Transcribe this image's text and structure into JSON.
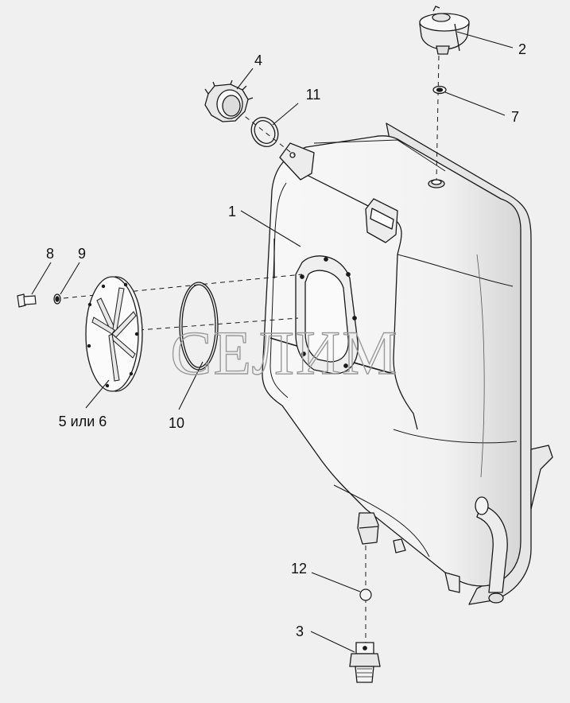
{
  "diagram": {
    "callouts": [
      {
        "id": "c1",
        "label": "1"
      },
      {
        "id": "c2",
        "label": "2"
      },
      {
        "id": "c3",
        "label": "3"
      },
      {
        "id": "c4",
        "label": "4"
      },
      {
        "id": "c7",
        "label": "7"
      },
      {
        "id": "c8",
        "label": "8"
      },
      {
        "id": "c9",
        "label": "9"
      },
      {
        "id": "c10",
        "label": "10"
      },
      {
        "id": "c11",
        "label": "11"
      },
      {
        "id": "c12",
        "label": "12"
      },
      {
        "id": "c56",
        "label": "5 или 6"
      }
    ],
    "watermark": "СЕЛИМ"
  },
  "colors": {
    "background": "#f0f0f0",
    "line": "#1a1a1a",
    "part_fill": "#f7f7f7",
    "shade": "#dcdcdc"
  }
}
